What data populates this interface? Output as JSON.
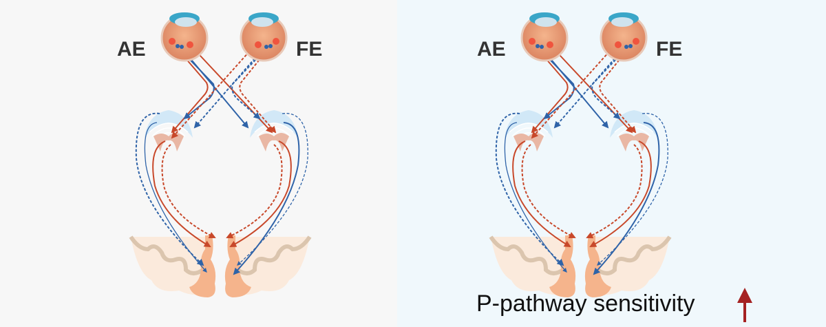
{
  "panels": [
    {
      "left_eye_label": "AE",
      "right_eye_label": "FE"
    },
    {
      "left_eye_label": "AE",
      "right_eye_label": "FE",
      "caption": "P-pathway sensitivity",
      "caption_arrow": "up-arrow-icon"
    }
  ],
  "colors": {
    "p_pathway": "#c8482a",
    "m_pathway": "#2f63a8",
    "arrow": "#a52222"
  }
}
